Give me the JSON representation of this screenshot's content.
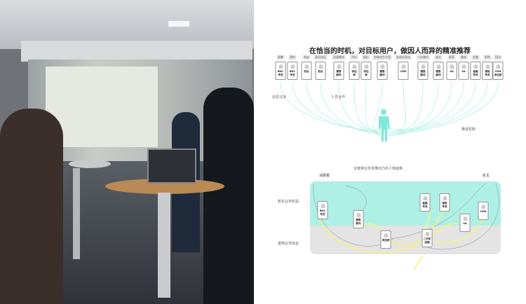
{
  "title": "在恰当的时机，对目标用户，做因人而异的精准推荐",
  "stages": [
    "接触",
    "预约",
    "到店",
    "身份验证",
    "沟通需求",
    "评估",
    "报价",
    "协商成交方案",
    "未成交离店",
    "二次邀约",
    "成交",
    "保养",
    "维修",
    "金融",
    "保险",
    "回访"
  ],
  "roles": [
    [
      "BDC",
      "专员"
    ],
    [
      "BDC",
      "专员"
    ],
    [
      "前台",
      ""
    ],
    [
      "前台",
      ""
    ],
    [
      "销售",
      "顾问"
    ],
    [
      "评估",
      "师"
    ],
    [
      "评估",
      "师"
    ],
    [
      "销售",
      "顾问"
    ],
    [
      "CRM",
      ""
    ],
    [
      "销售",
      "顾问"
    ],
    [
      "销售",
      "顾问"
    ],
    [
      "SA",
      ""
    ],
    [
      "SA",
      ""
    ],
    [
      "金融",
      "专员"
    ],
    [
      "保险",
      "专员"
    ],
    [
      "CRM",
      "评估师"
    ]
  ],
  "labels": {
    "info": "信息沉淀",
    "cooperation": "人员合作",
    "push": "推送机制",
    "persona": "对置换业务有推动力的人物画像",
    "consumer": "消费者",
    "owner": "车主",
    "new_car": "新车业务收益",
    "replacement": "置换业务收益"
  },
  "nodes": [
    [
      "BDC",
      "专员"
    ],
    [
      "销售",
      "顾问"
    ],
    [
      "金融",
      "专员"
    ],
    [
      "保险",
      "专员"
    ],
    [
      "CRM",
      ""
    ],
    [
      "SA",
      ""
    ],
    [
      "评估师",
      ""
    ],
    [
      "二手车",
      "经理"
    ]
  ],
  "colors": {
    "teal": "#aef0e6",
    "yellow": "#f5f27a",
    "gray": "#e4e4e4"
  }
}
